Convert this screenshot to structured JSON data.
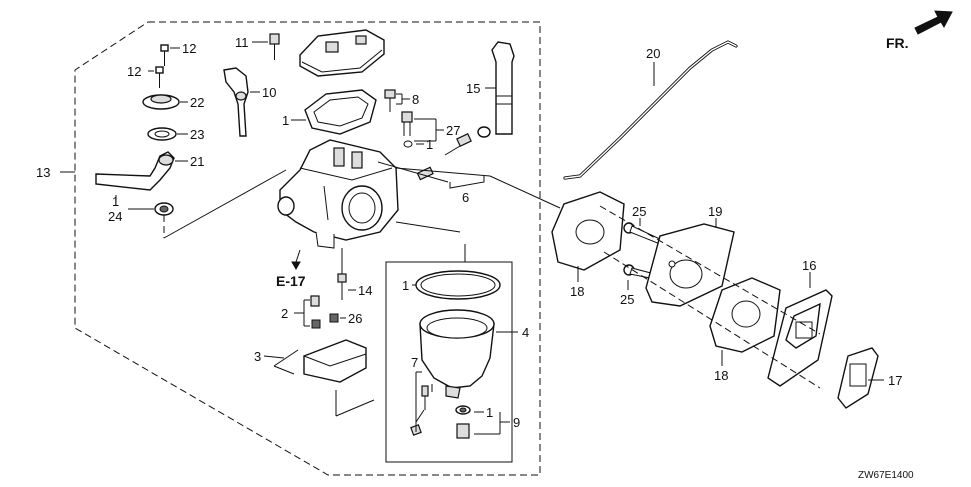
{
  "diagram": {
    "orientation_label": "FR.",
    "reference_label": "E-17",
    "footer_code": "ZW67E1400",
    "callouts": {
      "c1a": "1",
      "c1b": "1",
      "c1c": "1",
      "c1d": "1",
      "c1e": "1",
      "c2": "2",
      "c3": "3",
      "c4": "4",
      "c6": "6",
      "c7": "7",
      "c8": "8",
      "c9": "9",
      "c10": "10",
      "c11": "11",
      "c12a": "12",
      "c12b": "12",
      "c13": "13",
      "c14": "14",
      "c15": "15",
      "c16": "16",
      "c17": "17",
      "c18a": "18",
      "c18b": "18",
      "c19": "19",
      "c20": "20",
      "c21": "21",
      "c22": "22",
      "c23": "23",
      "c24": "24",
      "c25a": "25",
      "c25b": "25",
      "c26": "26",
      "c27": "27"
    }
  }
}
